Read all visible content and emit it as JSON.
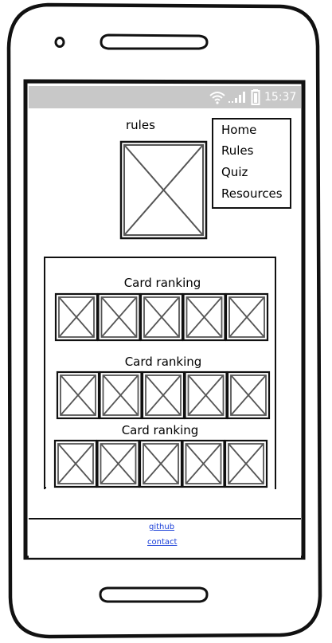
{
  "status_bar": {
    "time": "15:37",
    "icons": [
      "wifi-icon",
      "signal-icon",
      "battery-icon"
    ],
    "color": "#c8c8c8"
  },
  "page": {
    "title": "rules"
  },
  "menu": {
    "items": [
      {
        "label": "Home"
      },
      {
        "label": "Rules"
      },
      {
        "label": "Quiz"
      },
      {
        "label": "Resources"
      }
    ]
  },
  "card_sections": [
    {
      "title": "Card ranking",
      "cards": 5
    },
    {
      "title": "Card ranking",
      "cards": 5
    },
    {
      "title": "Card ranking",
      "cards": 5
    }
  ],
  "footer": {
    "github": "github",
    "contact": "contact",
    "link_color": "#1a3fd8"
  }
}
